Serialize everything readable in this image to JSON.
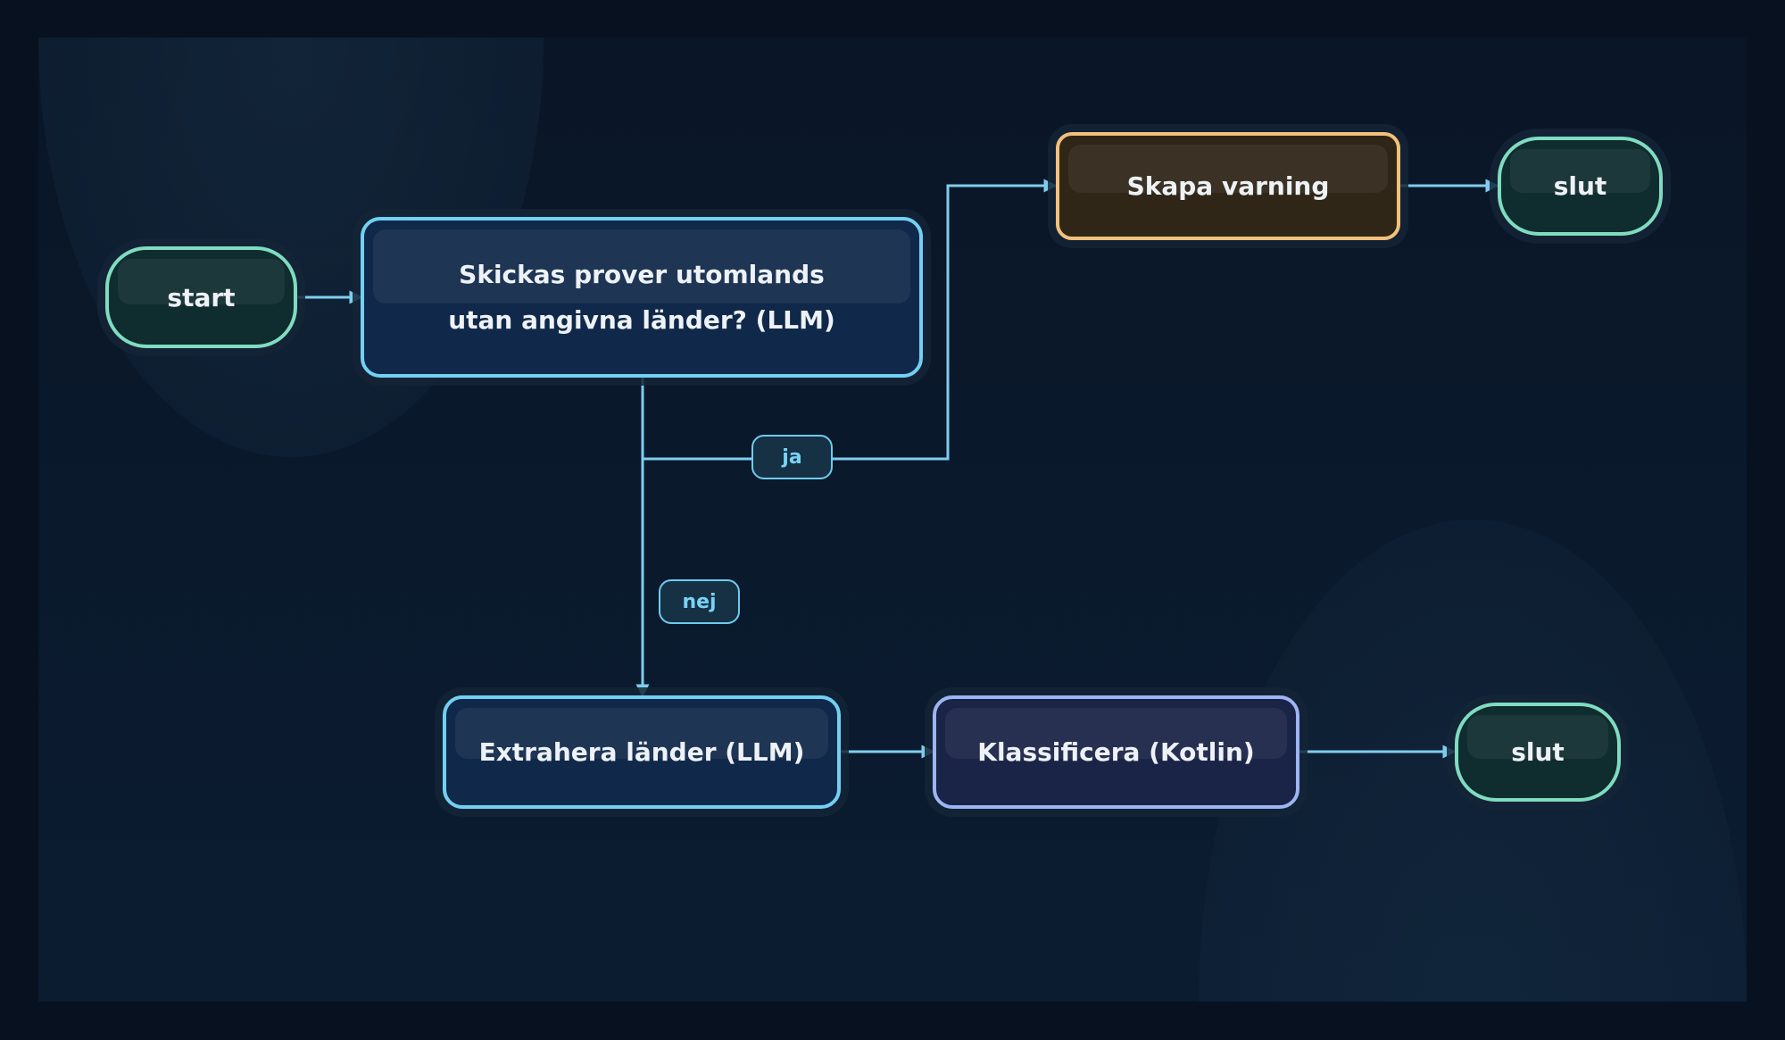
{
  "nodes": {
    "start": "start",
    "question": "Skickas prover utomlands\nutan angivna länder? (LLM)",
    "warning": "Skapa varning",
    "end_top": "slut",
    "extract": "Extrahera länder (LLM)",
    "classify": "Klassificera (Kotlin)",
    "end_bottom": "slut"
  },
  "edge_labels": {
    "yes": "ja",
    "no": "nej"
  },
  "colors": {
    "background": "#08111f",
    "edge": "#7fcdee",
    "terminal_border": "#7fdcc0",
    "process_border": "#72d0f2",
    "warning_border": "#f2c07a",
    "kotlin_border": "#9db4f5"
  }
}
